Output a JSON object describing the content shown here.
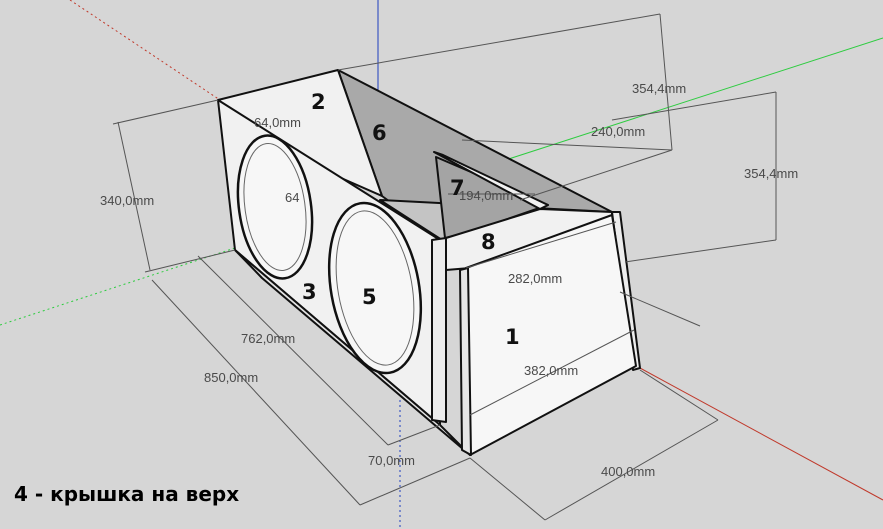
{
  "dimensions": {
    "top_depth": "64,0mm",
    "height_back": "354,4mm",
    "depth_top_right": "240,0mm",
    "height_right": "354,4mm",
    "height_left": "340,0mm",
    "chamber_width": "194,0mm",
    "front_top_width": "282,0mm",
    "inner_length": "762,0mm",
    "outer_length": "850,0mm",
    "front_bottom_width": "382,0mm",
    "thickness": "70,0mm",
    "base_depth": "400,0mm"
  },
  "part_labels": {
    "p1": "1",
    "p2": "2",
    "p3": "3",
    "p5": "5",
    "p6": "6",
    "p7": "7",
    "p8": "8"
  },
  "hole_partial_text": "64",
  "caption": "4 - крышка на верх",
  "colors": {
    "background": "#d6d6d6",
    "panel_light": "#f1f1f1",
    "panel_white": "#f7f7f7",
    "panel_dark": "#a9a9a9",
    "edge": "#111111",
    "axis_red": "#c0392b",
    "axis_green": "#2ecc40",
    "axis_blue": "#1f3fbf"
  }
}
